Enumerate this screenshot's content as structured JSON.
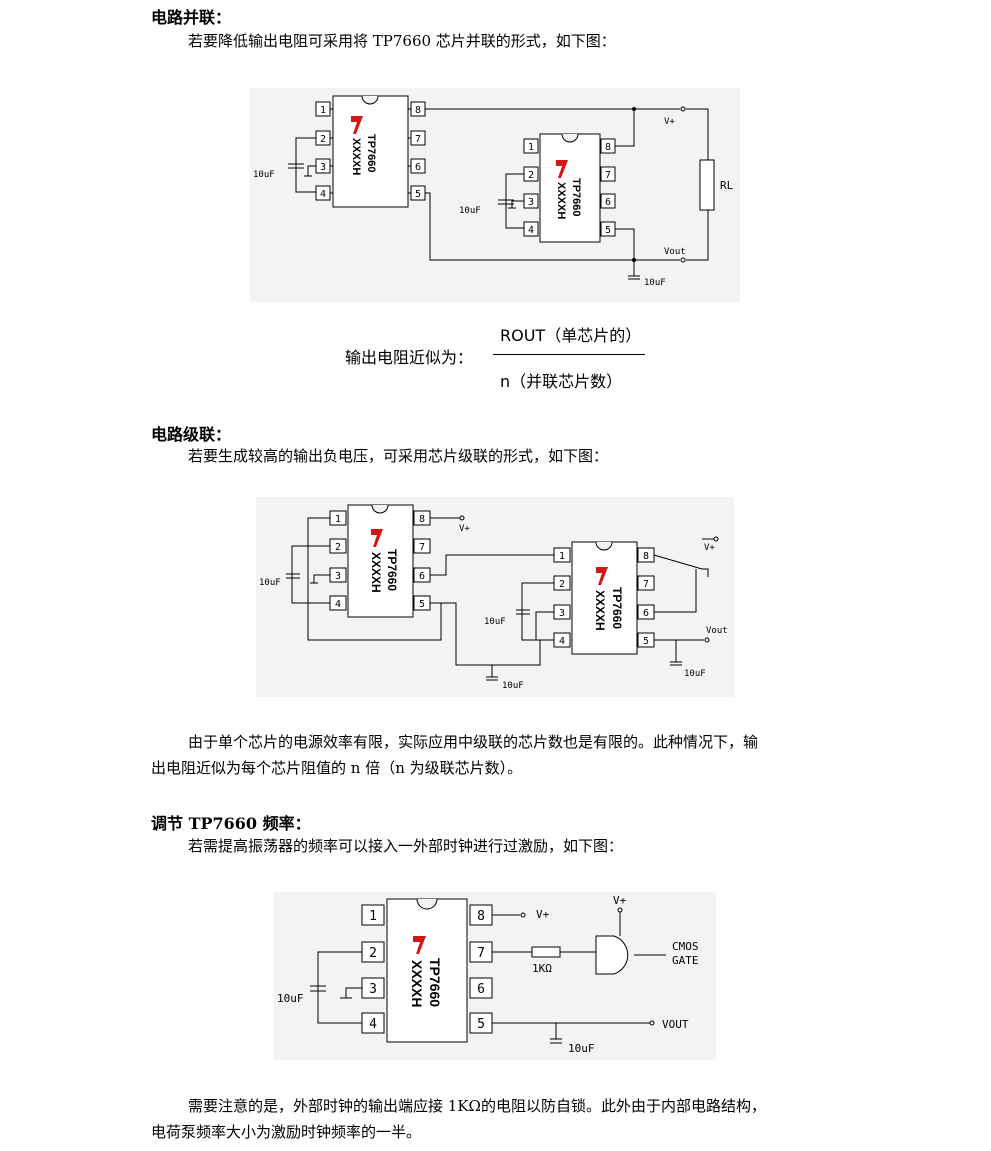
{
  "sections": {
    "parallel": {
      "heading": "电路并联：",
      "intro": "若要降低输出电阻可采用将 TP7660 芯片并联的形式，如下图：",
      "formula_label": "输出电阻近似为：",
      "formula_numerator": "ROUT（单芯片的）",
      "formula_denominator": "n（并联芯片数）"
    },
    "cascade": {
      "heading": "电路级联：",
      "intro": "若要生成较高的输出负电压，可采用芯片级联的形式，如下图：",
      "note_line1": "由于单个芯片的电源效率有限，实际应用中级联的芯片数也是有限的。此种情况下，输",
      "note_line2": "出电阻近似为每个芯片阻值的 n 倍（n 为级联芯片数）。"
    },
    "frequency": {
      "heading": "调节 TP7660 频率：",
      "intro": "若需提高振荡器的频率可以接入一外部时钟进行过激励，如下图：",
      "note_line1": "需要注意的是，外部时钟的输出端应接 1KΩ的电阻以防自锁。此外由于内部电路结构，",
      "note_line2": "电荷泵频率大小为激励时钟频率的一半。"
    }
  },
  "chip": {
    "name": "TP7660",
    "code": "XXXXH",
    "pins": [
      "1",
      "2",
      "3",
      "4",
      "5",
      "6",
      "7",
      "8"
    ],
    "logo_color": "#d01818"
  },
  "labels": {
    "cap": "10uF",
    "v_plus": "V+",
    "v_out": "Vout",
    "v_out_caps": "VOUT",
    "rl": "RL",
    "resistor": "1KΩ",
    "cmos": "CMOS",
    "gate": "GATE"
  }
}
